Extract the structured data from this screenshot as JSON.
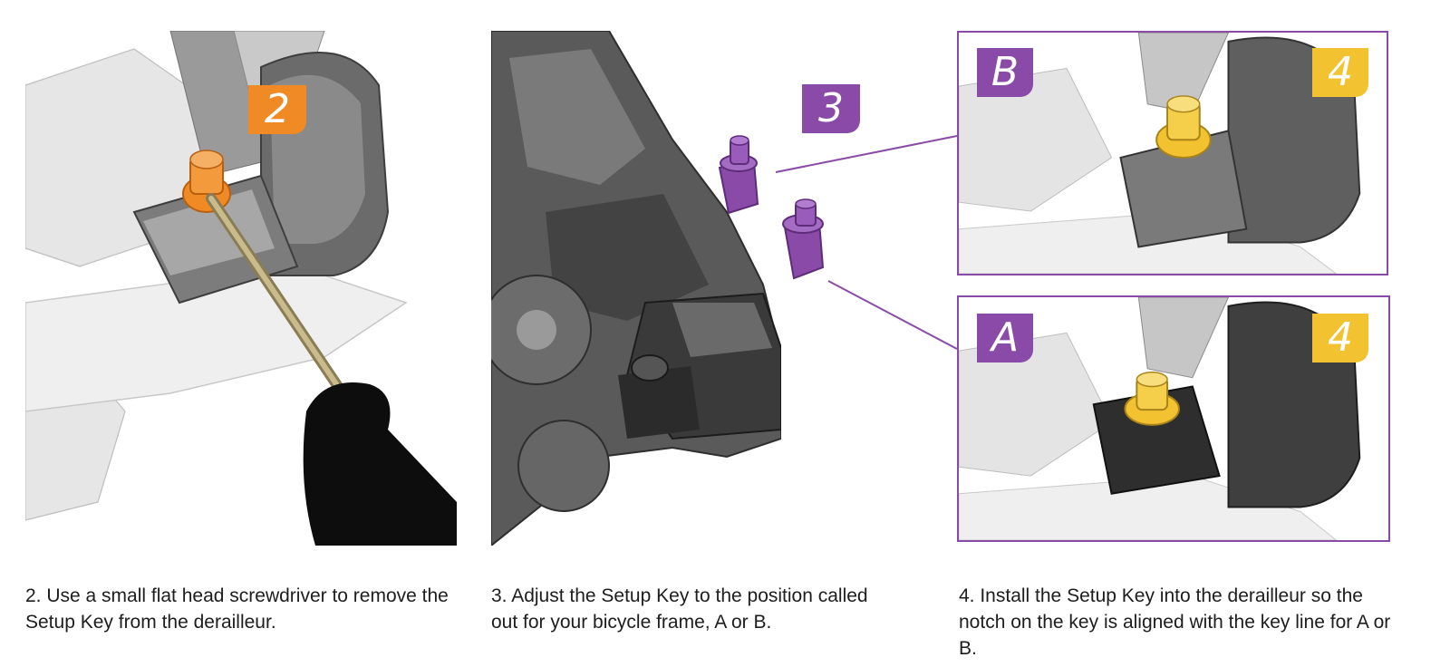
{
  "steps": [
    {
      "badge": "2",
      "badge_color": "#f08a24",
      "caption": "2. Use a small flat head screwdriver to remove the Setup Key from the derailleur."
    },
    {
      "badge": "3",
      "badge_color": "#8a4aa8",
      "caption": "3. Adjust the Setup Key to the position called out for your bicycle frame, A or B."
    },
    {
      "badge": "4",
      "badge_color": "#f2c230",
      "caption": "4. Install the Setup Key into the derailleur so the notch on the key is aligned with the key line for A or B."
    }
  ],
  "insets": [
    {
      "label": "B",
      "step_badge": "4"
    },
    {
      "label": "A",
      "step_badge": "4"
    }
  ],
  "colors": {
    "orange": "#f08a24",
    "purple": "#8a4aa8",
    "yellow": "#f2c230",
    "frame": "#8a4aa8"
  }
}
